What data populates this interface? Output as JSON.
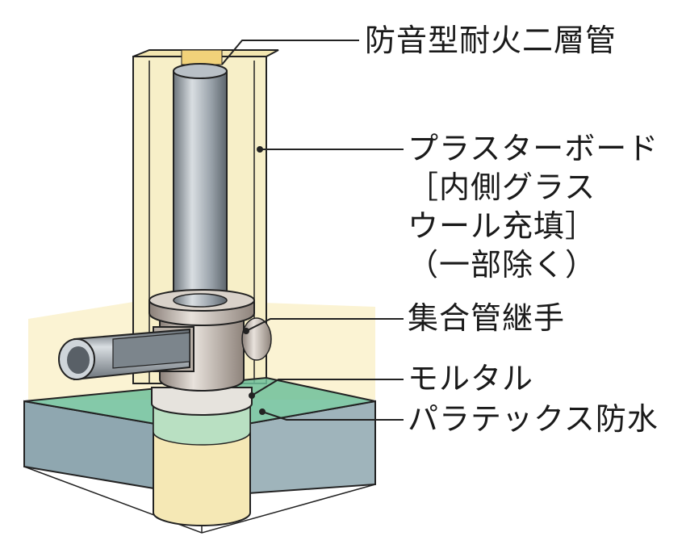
{
  "labels": {
    "pipe": "防音型耐火二層管",
    "board_line1": "プラスターボード",
    "board_line2": "［内側グラス",
    "board_line3": "ウール充填］",
    "board_line4": "（一部除く）",
    "joint": "集合管継手",
    "mortar": "モルタル",
    "waterproof": "パラテックス防水"
  },
  "colors": {
    "wall": "#f7efc8",
    "pipe": "#9aa3ab",
    "slab_top": "#6fbf9a",
    "slab_side": "#8fa7b0",
    "background": "#fbf3d3"
  }
}
